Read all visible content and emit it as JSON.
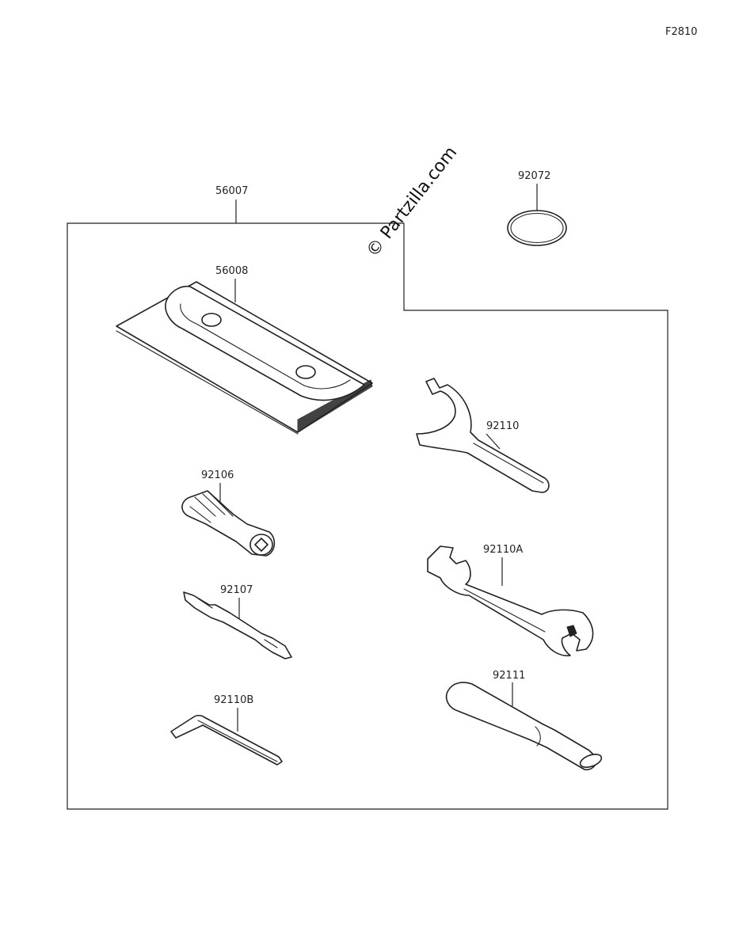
{
  "figure_code": "F2810",
  "watermark": "© Partzilla.com",
  "parts": {
    "tool_kit": "56007",
    "tool_bag": "56008",
    "o_ring": "92072",
    "hook_wrench": "92110",
    "socket_wrench": "92106",
    "screwdriver": "92107",
    "open_wrench": "92110A",
    "hex_wrench": "92110B",
    "plug_wrench_handle": "92111"
  }
}
